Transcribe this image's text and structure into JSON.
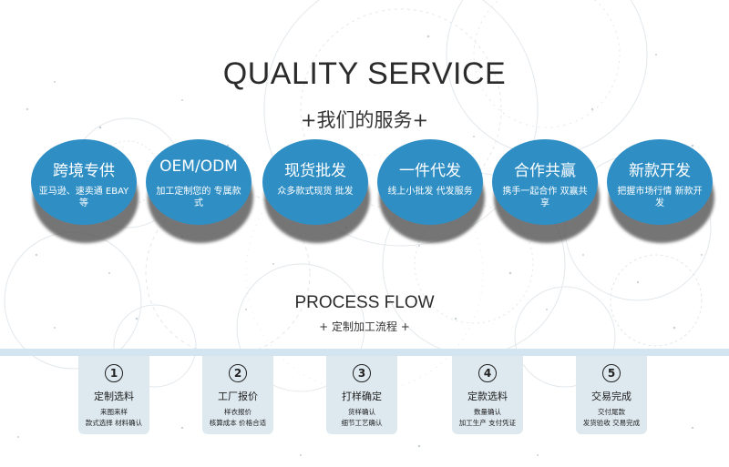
{
  "header": {
    "title": "QUALITY SERVICE",
    "subtitle": "+我们的服务+"
  },
  "services": [
    {
      "name": "跨境专供",
      "desc": "亚马逊、速卖通 EBAY等",
      "icon": "none"
    },
    {
      "name": "OEM/ODM",
      "desc": "加工定制您的 专属款式"
    },
    {
      "name": "现货批发",
      "desc": "众多款式现货 批发"
    },
    {
      "name": "一件代发",
      "desc": "线上小批发 代发服务"
    },
    {
      "name": "合作共赢",
      "desc": "携手一起合作 双赢共享"
    },
    {
      "name": "新款开发",
      "desc": "把握市场行情 新款开发"
    }
  ],
  "process": {
    "title": "PROCESS FLOW",
    "subtitle": "+ 定制加工流程 +",
    "steps": [
      {
        "num": "1",
        "label": "定制选料",
        "d1": "来图来样",
        "d2": "款式选择 材料确认"
      },
      {
        "num": "2",
        "label": "工厂报价",
        "d1": "样衣报价",
        "d2": "核算成本 价格合适"
      },
      {
        "num": "3",
        "label": "打样确定",
        "d1": "货样确认",
        "d2": "细节工艺确认"
      },
      {
        "num": "4",
        "label": "定款选料",
        "d1": "数量确认",
        "d2": "加工生产 支付凭证"
      },
      {
        "num": "5",
        "label": "交易完成",
        "d1": "交付尾款",
        "d2": "发货验收 交易完成"
      }
    ]
  },
  "colors": {
    "accent": "#2f8fc5",
    "band": "#d3e5f0",
    "card": "#dde8ef"
  }
}
